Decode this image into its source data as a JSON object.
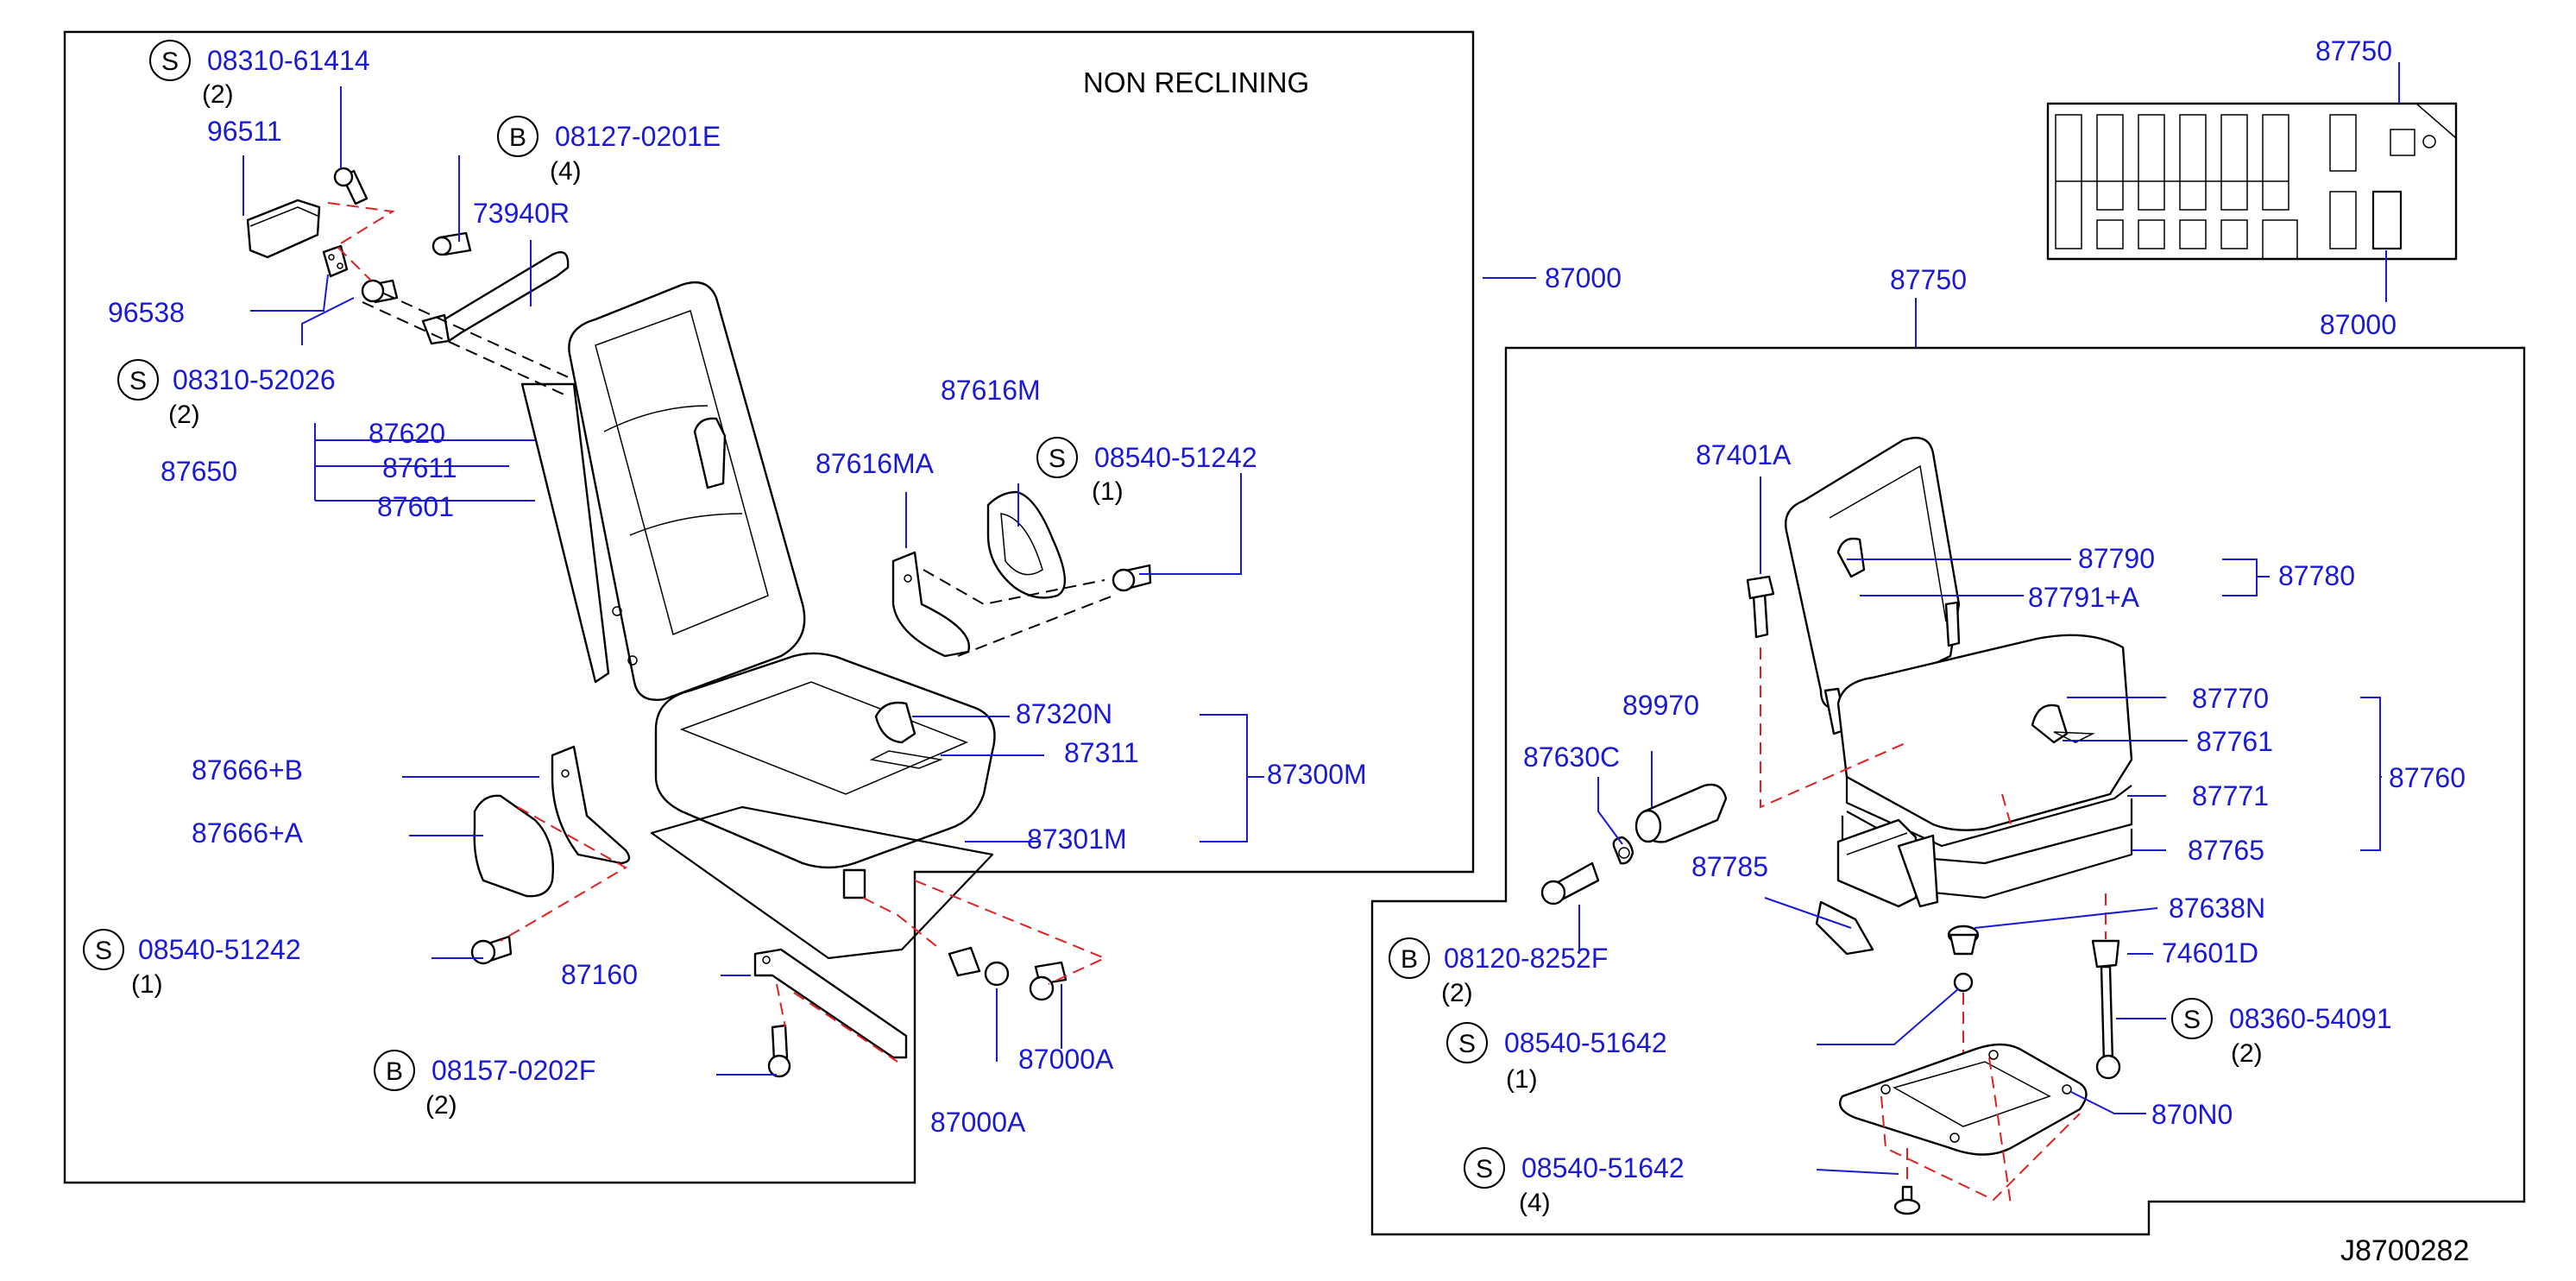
{
  "left_panel": {
    "title": "NON   RECLINING"
  },
  "labels": {
    "p08310_61414": "08310-61414",
    "p96511": "96511",
    "p96538": "96538",
    "p08310_52026": "08310-52026",
    "p08127_0201E": "08127-0201E",
    "p73940R": "73940R",
    "p87620": "87620",
    "p87611": "87611",
    "p87601": "87601",
    "p87650": "87650",
    "p87616M": "87616M",
    "p87616MA": "87616MA",
    "p08540_51242_a": "08540-51242",
    "p87320N": "87320N",
    "p87311": "87311",
    "p87300M": "87300M",
    "p87301M": "87301M",
    "p87666B": "87666+B",
    "p87666A": "87666+A",
    "p08540_51242_b": "08540-51242",
    "p87160": "87160",
    "p08157_0202F": "08157-0202F",
    "p87000A_1": "87000A",
    "p87000A_2": "87000A",
    "p87000_right": "87000",
    "p87750_top": "87750",
    "p87000_mini": "87000",
    "p87750_mid": "87750",
    "p87401A": "87401A",
    "p87790": "87790",
    "p87791A": "87791+A",
    "p87780": "87780",
    "p89970": "89970",
    "p87630C": "87630C",
    "p87770": "87770",
    "p87761": "87761",
    "p87771": "87771",
    "p87760": "87760",
    "p87765": "87765",
    "p87785": "87785",
    "p87638N": "87638N",
    "p08120_8252F": "08120-8252F",
    "p74601D": "74601D",
    "p08540_51642_a": "08540-51642",
    "p08360_54091": "08360-54091",
    "p870N0": "870N0",
    "p08540_51642_b": "08540-51642"
  },
  "quantities": {
    "q08310_61414": "(2)",
    "q08310_52026": "(2)",
    "q08127_0201E": "(4)",
    "q08540_51242_a": "(1)",
    "q08540_51242_b": "(1)",
    "q08157_0202F": "(2)",
    "q08120_8252F": "(2)",
    "q08540_51642_a": "(1)",
    "q08360_54091": "(2)",
    "q08540_51642_b": "(4)"
  },
  "symbols": {
    "s": "S",
    "b": "B"
  },
  "diagram_code": "J8700282",
  "colors": {
    "part_number": "#1a1ad6",
    "dashed_guide": "#e02020",
    "outline": "#000000"
  }
}
